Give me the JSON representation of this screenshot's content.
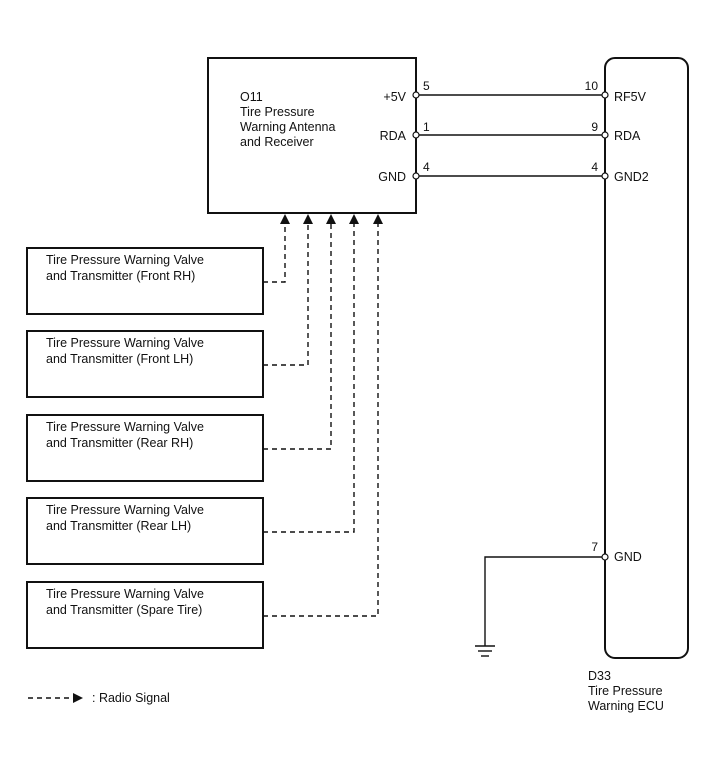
{
  "receiver": {
    "code": "O11",
    "name_line1": "Tire Pressure",
    "name_line2": "Warning Antenna",
    "name_line3": "and Receiver",
    "pins": [
      {
        "label": "+5V",
        "number": "5"
      },
      {
        "label": "RDA",
        "number": "1"
      },
      {
        "label": "GND",
        "number": "4"
      }
    ]
  },
  "ecu": {
    "code": "D33",
    "name_line1": "Tire Pressure",
    "name_line2": "Warning ECU",
    "pins": [
      {
        "label": "RF5V",
        "number": "10"
      },
      {
        "label": "RDA",
        "number": "9"
      },
      {
        "label": "GND2",
        "number": "4"
      },
      {
        "label": "GND",
        "number": "7"
      }
    ]
  },
  "transmitters": [
    {
      "line1": "Tire Pressure Warning Valve",
      "line2": "and Transmitter (Front RH)"
    },
    {
      "line1": "Tire Pressure Warning Valve",
      "line2": "and Transmitter (Front LH)"
    },
    {
      "line1": "Tire Pressure Warning Valve",
      "line2": "and Transmitter (Rear RH)"
    },
    {
      "line1": "Tire Pressure Warning Valve",
      "line2": "and Transmitter (Rear LH)"
    },
    {
      "line1": "Tire Pressure Warning Valve",
      "line2": "and Transmitter (Spare Tire)"
    }
  ],
  "legend": {
    "label": ": Radio Signal"
  }
}
